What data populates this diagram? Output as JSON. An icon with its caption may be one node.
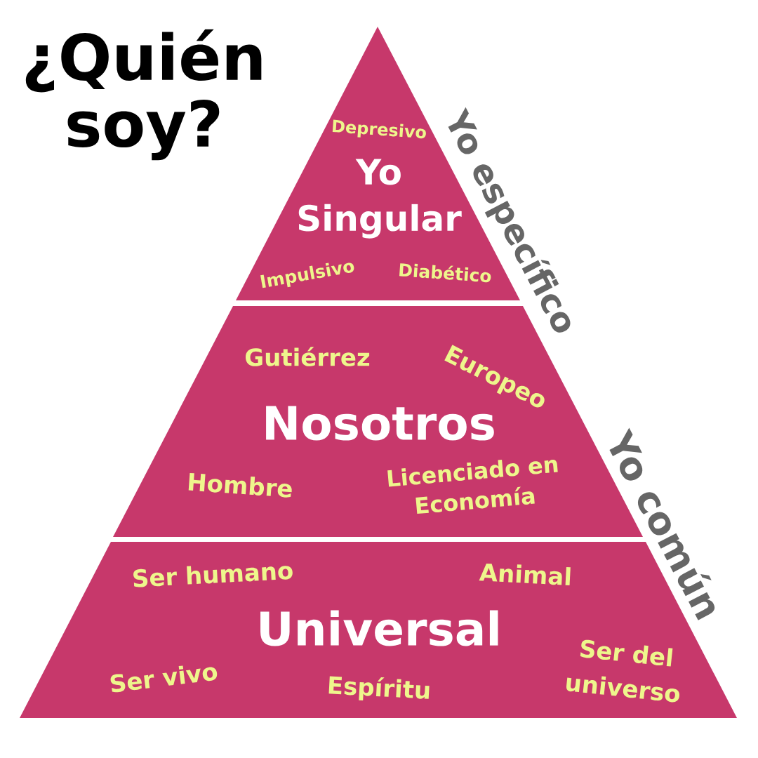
{
  "diagram": {
    "title": "¿Quién soy?",
    "nodes": [
      {
        "text": [
          "Depresivo",
          "Yo Singular",
          "Impulsivo",
          "Diabético"
        ]
      },
      {
        "text": [
          "Gutiérrez",
          "Europeo",
          "Nosotros",
          "Hombre",
          "Licenciado en Economía"
        ]
      },
      {
        "text": [
          "Ser humano",
          "Animal",
          "Universal",
          "Ser del universo",
          "Ser vivo",
          "Espíritu"
        ]
      }
    ],
    "labels": [
      "Yo específico",
      "Yo común"
    ]
  }
}
